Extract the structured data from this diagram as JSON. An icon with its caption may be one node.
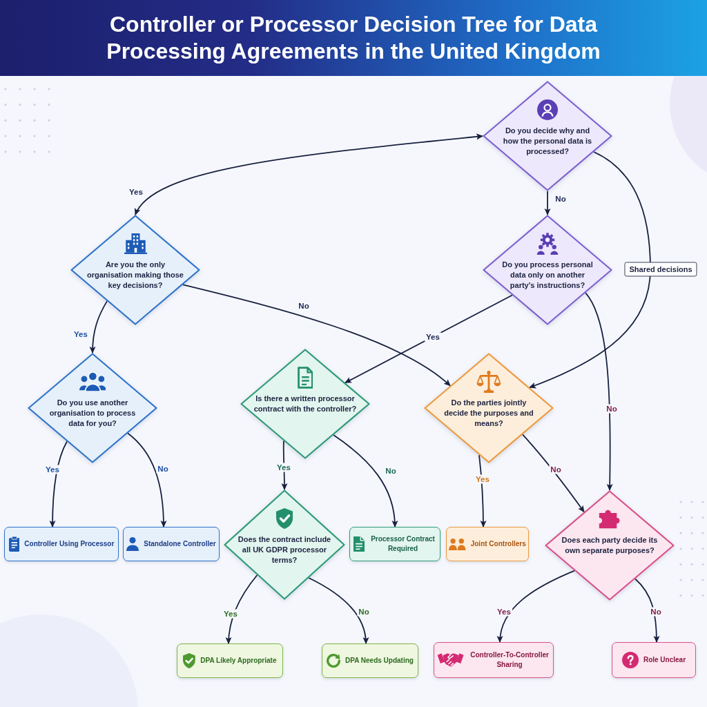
{
  "diagram": {
    "title": "Controller or Processor Decision Tree for Data Processing Agreements in the United Kingdom",
    "nodes": [
      {
        "text": [
          "Do you decide why and how the personal data is processed?"
        ]
      },
      {
        "text": [
          "Are you the only organisation making those key decisions?"
        ]
      },
      {
        "text": [
          "Do you process personal data only on another party's instructions?"
        ]
      },
      {
        "text": [
          "Do you use another organisation to process data for you?"
        ]
      },
      {
        "text": [
          "Is there a written processor contract with the controller?"
        ]
      },
      {
        "text": [
          "Do the parties jointly decide the purposes and means?"
        ]
      },
      {
        "text": [
          "Controller Using Processor"
        ]
      },
      {
        "text": [
          "Standalone Controller"
        ]
      },
      {
        "text": [
          "Does the contract include all UK GDPR processor terms?"
        ]
      },
      {
        "text": [
          "Processor Contract Required"
        ]
      },
      {
        "text": [
          "Joint Controllers"
        ]
      },
      {
        "text": [
          "Does each party decide its own separate purposes?"
        ]
      },
      {
        "text": [
          "DPA Likely Appropriate"
        ]
      },
      {
        "text": [
          "DPA Needs Updating"
        ]
      },
      {
        "text": [
          "Controller-To-Controller Sharing"
        ]
      },
      {
        "text": [
          "Role Unclear"
        ]
      }
    ],
    "edges": [
      {
        "from": 0,
        "to": 1,
        "arrow": "both",
        "label": "Yes"
      },
      {
        "from": 0,
        "to": 2,
        "arrow": "to",
        "label": "No"
      },
      {
        "from": 0,
        "to": 5,
        "arrow": "to",
        "label": "Shared decisions"
      },
      {
        "from": 1,
        "to": 3,
        "arrow": "to",
        "label": "Yes"
      },
      {
        "from": 1,
        "to": 5,
        "arrow": "to",
        "label": "No"
      },
      {
        "from": 2,
        "to": 4,
        "arrow": "to",
        "label": "Yes"
      },
      {
        "from": 2,
        "to": 11,
        "arrow": "to",
        "label": "No"
      },
      {
        "from": 3,
        "to": 6,
        "arrow": "to",
        "label": "Yes"
      },
      {
        "from": 3,
        "to": 7,
        "arrow": "to",
        "label": "No"
      },
      {
        "from": 4,
        "to": 8,
        "arrow": "to",
        "label": "Yes"
      },
      {
        "from": 4,
        "to": 9,
        "arrow": "to",
        "label": "No"
      },
      {
        "from": 5,
        "to": 10,
        "arrow": "to",
        "label": "Yes"
      },
      {
        "from": 5,
        "to": 11,
        "arrow": "to",
        "label": "No"
      },
      {
        "from": 8,
        "to": 12,
        "arrow": "to",
        "label": "Yes"
      },
      {
        "from": 8,
        "to": 13,
        "arrow": "to",
        "label": "No"
      },
      {
        "from": 11,
        "to": 14,
        "arrow": "to",
        "label": "Yes"
      },
      {
        "from": 11,
        "to": 15,
        "arrow": "to",
        "label": "No"
      }
    ]
  }
}
